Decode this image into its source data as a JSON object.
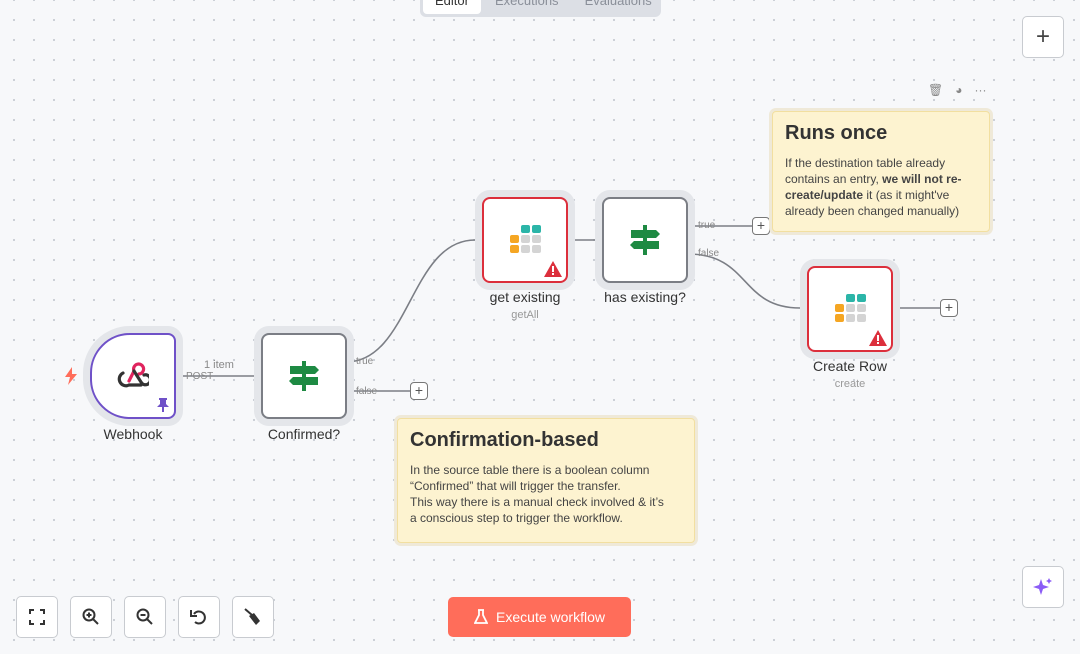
{
  "tabs": [
    {
      "label": "Editor",
      "active": true
    },
    {
      "label": "Executions"
    },
    {
      "label": "Evaluations"
    }
  ],
  "nodes": {
    "webhook": {
      "label": "Webhook",
      "icon": "webhook-icon",
      "output_label": "POST",
      "items": "1 item"
    },
    "confirmed": {
      "label": "Confirmed?",
      "icon": "signpost-icon",
      "outputs": [
        "true",
        "false"
      ]
    },
    "get_existing": {
      "label": "get existing",
      "subtitle": "getAll",
      "icon": "table-icon",
      "status": "warning"
    },
    "has_existing": {
      "label": "has existing?",
      "icon": "signpost-icon",
      "outputs": [
        "true",
        "false"
      ]
    },
    "create_row": {
      "label": "Create Row",
      "subtitle": "create",
      "icon": "table-icon",
      "status": "warning"
    }
  },
  "sticky_runs_once": {
    "title": "Runs once",
    "text_pre": "If the destination table already contains an entry, ",
    "text_bold": "we will not re-create/update",
    "text_post": " it (as it might've already been changed manually)"
  },
  "sticky_confirmation": {
    "title": "Confirmation-based",
    "lines": [
      "In the source table there is a boolean column",
      "“Confirmed” that will trigger the transfer.",
      "This way there is a manual check involved & it’s",
      "a conscious step to trigger the workflow."
    ]
  },
  "execute_button": "Execute workflow",
  "colors": {
    "accent": "#ff6d5a",
    "error": "#dc2f3c",
    "trigger": "#6f51c8",
    "if_green": "#1e8a43"
  }
}
